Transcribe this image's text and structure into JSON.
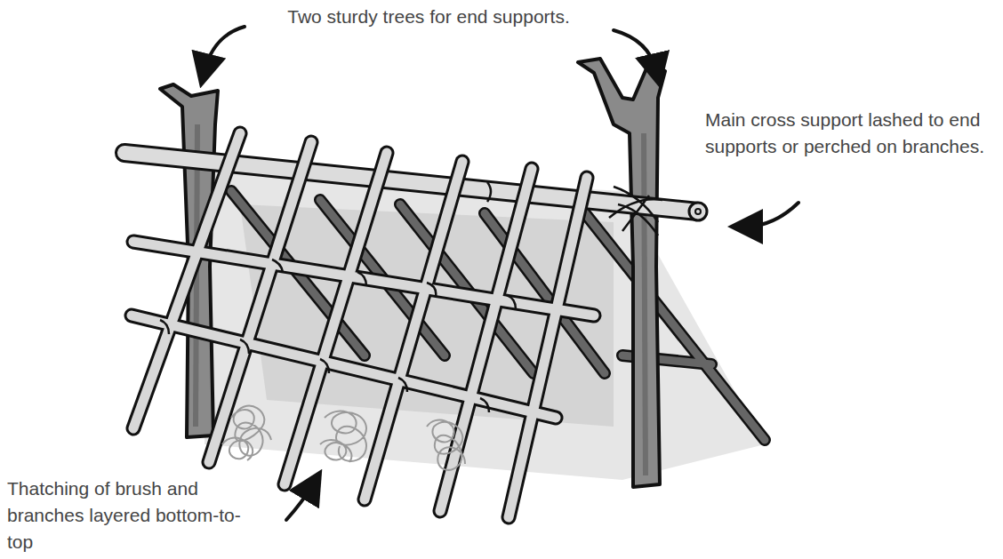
{
  "diagram": {
    "labels": [
      "Two sturdy trees for end supports.",
      "Main cross support lashed to end supports or perched on branches.",
      "Thatching of brush and branches layered bottom-to-top"
    ]
  }
}
